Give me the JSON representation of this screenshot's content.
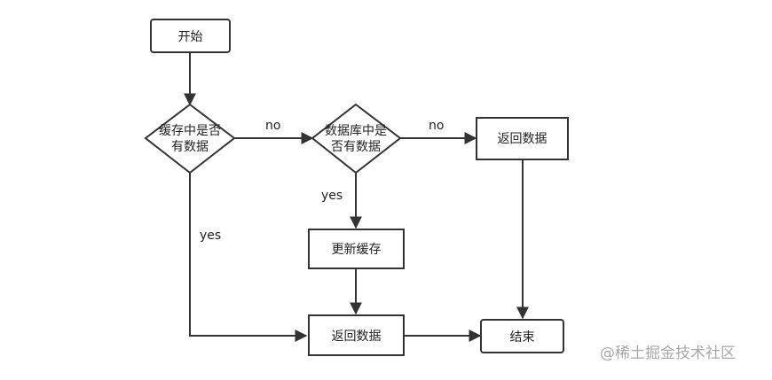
{
  "nodes": {
    "start": "开始",
    "cache_check": [
      "缓存中是否",
      "有数据"
    ],
    "db_check": [
      "数据库中是",
      "否有数据"
    ],
    "return_db_no": "返回数据",
    "update_cache": "更新缓存",
    "return_data": "返回数据",
    "end": "结束"
  },
  "edge_labels": {
    "cache_no": "no",
    "db_no": "no",
    "db_yes": "yes",
    "cache_yes": "yes"
  },
  "watermark": "@稀土掘金技术社区",
  "colors": {
    "line": "#333333",
    "text": "#222222",
    "watermark": "#a8a8a8"
  }
}
